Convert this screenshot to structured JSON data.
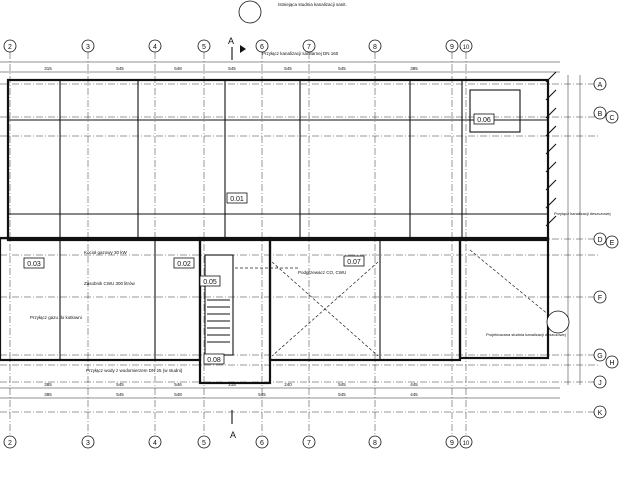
{
  "grid": {
    "columns": [
      "2",
      "3",
      "4",
      "5",
      "6",
      "7",
      "8",
      "9",
      "10"
    ],
    "rows": [
      "A",
      "B",
      "C",
      "D",
      "E",
      "F",
      "G",
      "H",
      "J",
      "K"
    ]
  },
  "section": {
    "label": "A"
  },
  "rooms": [
    {
      "id": "0.01"
    },
    {
      "id": "0.02"
    },
    {
      "id": "0.03"
    },
    {
      "id": "0.05"
    },
    {
      "id": "0.06"
    },
    {
      "id": "0.07"
    },
    {
      "id": "0.08"
    }
  ],
  "annotations": {
    "top_well": "Istniejąca studnia kanalizacji sanit.",
    "sanitary": "Przyłącz kanalizacji sanitarnej DN 160",
    "rain_right": "Przyłącz kanalizacji deszczowej",
    "rain_well": "Projektowana studnia kanalizacji deszczowej",
    "gas_boiler": "Kocioł gazowy 30 kW",
    "heat_exchanger": "Zasobnik CWU 300 litrów",
    "gas_in": "Przyłącz gazu do kotłowni",
    "water_in": "Przyłącz wody z wodomierzem DN 25 (w studni)",
    "water_heater": "Podgrzewacz CO, CWU"
  },
  "dimensions": {
    "top": [
      "315",
      "545",
      "548",
      "545",
      "545",
      "545",
      "385"
    ],
    "bottom_upper": [
      "385",
      "545",
      "546",
      "215",
      "240",
      "545",
      "445"
    ],
    "bottom_lower": [
      "385",
      "545",
      "548",
      "545",
      "545",
      "445"
    ]
  }
}
